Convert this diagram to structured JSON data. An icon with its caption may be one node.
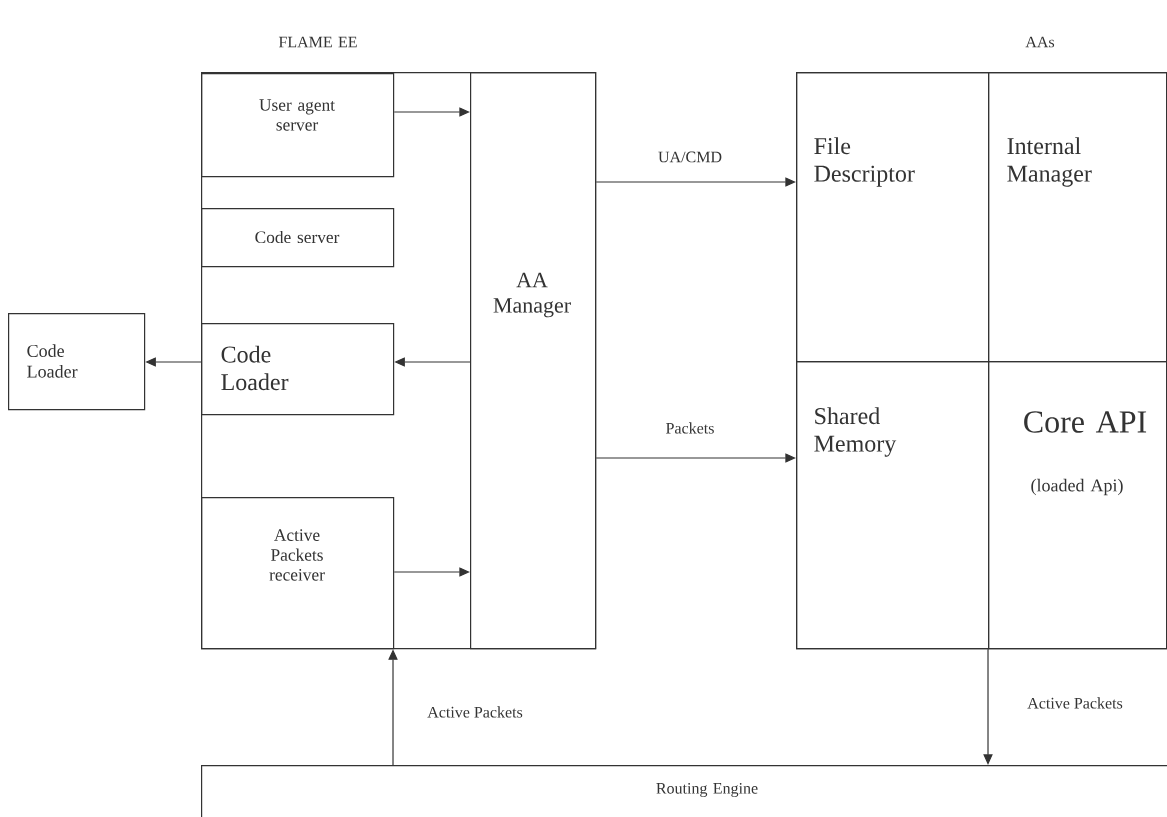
{
  "diagram": {
    "nodes": [
      {
        "text": [
          "FLAME EE"
        ]
      },
      {
        "text": [
          "User agent server"
        ],
        "in": 0
      },
      {
        "text": [
          "Code server"
        ],
        "in": 0
      },
      {
        "text": [
          "Code Loader"
        ],
        "in": 0
      },
      {
        "text": [
          "Active Packets receiver"
        ],
        "in": 0
      },
      {
        "text": [
          "AA Manager"
        ],
        "in": 0
      },
      {
        "text": [
          "Code Loader"
        ]
      },
      {
        "text": [
          "AAs"
        ]
      },
      {
        "text": [
          "File Descriptor"
        ],
        "in": 7
      },
      {
        "text": [
          "Internal Manager"
        ],
        "in": 7
      },
      {
        "text": [
          "Shared Memory"
        ],
        "in": 7
      },
      {
        "text": [
          "Core API",
          "(loaded Api)"
        ],
        "in": 7
      },
      {
        "text": [
          "Routing Engine"
        ]
      }
    ],
    "edges": [
      {
        "from": 1,
        "to": 5,
        "arrow": "to"
      },
      {
        "from": 5,
        "to": 3,
        "arrow": "to"
      },
      {
        "from": 3,
        "to": 6,
        "arrow": "to"
      },
      {
        "from": 4,
        "to": 5,
        "arrow": "to"
      },
      {
        "from": 5,
        "to": 8,
        "arrow": "to",
        "label": "UA/CMD"
      },
      {
        "from": 5,
        "to": 10,
        "arrow": "to",
        "label": "Packets"
      },
      {
        "from": 12,
        "to": 4,
        "arrow": "to",
        "label": "Active Packets"
      },
      {
        "from": 11,
        "to": 12,
        "arrow": "to",
        "label": "Active Packets"
      }
    ]
  }
}
